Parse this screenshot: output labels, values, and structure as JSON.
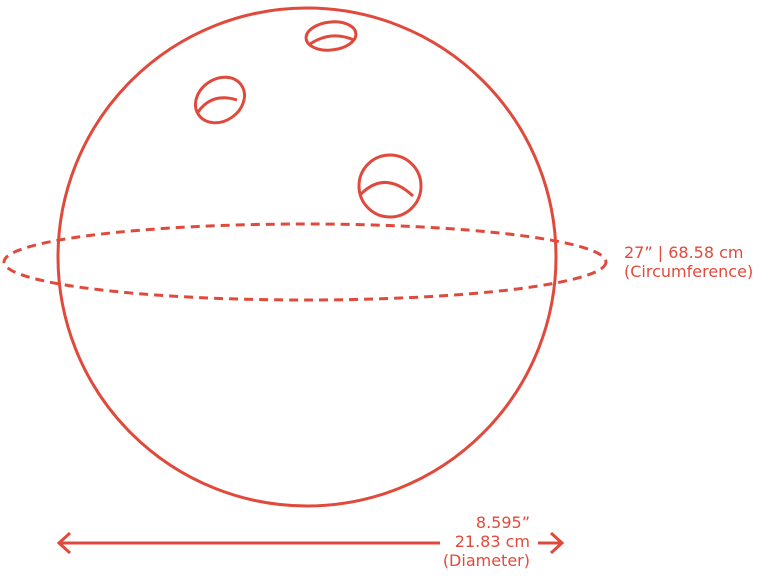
{
  "diagram": {
    "subject": "bowling ball",
    "stroke_color": "#e04a3c",
    "circumference": {
      "imperial": "27” | 68.58 cm",
      "label": "(Circumference)"
    },
    "diameter": {
      "imperial": "8.595”",
      "metric": "21.83 cm",
      "label": "(Diameter)"
    }
  }
}
